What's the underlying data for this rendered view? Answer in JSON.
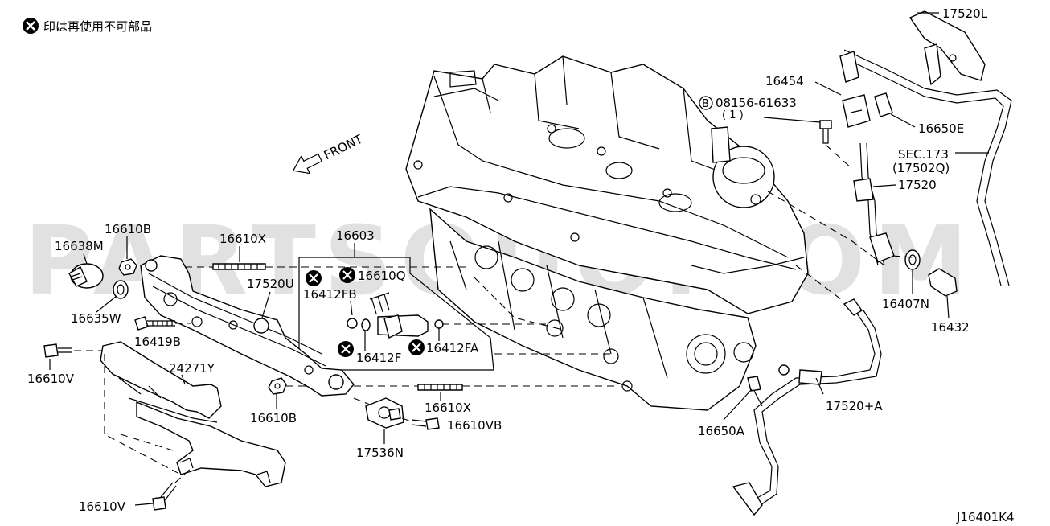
{
  "note": {
    "text": "印は再使用不可部品",
    "icon": "x-circle-icon"
  },
  "watermark": "PARTSOUQ.COM",
  "diagram_code": "J16401K4",
  "front_label": "FRONT",
  "parts": {
    "p17520L": "17520L",
    "p16454": "16454",
    "p08156": "08156-61633",
    "p08156_qty": "( 1 )",
    "p16650E": "16650E",
    "sec173": "SEC.173",
    "sec173_ref": "(17502Q)",
    "p17520": "17520",
    "p16407N": "16407N",
    "p16432": "16432",
    "p17520A": "17520+A",
    "p16650A": "16650A",
    "p16603": "16603",
    "p16610Q": "16610Q",
    "p16412FB": "16412FB",
    "p16412F": "16412F",
    "p16412FA": "16412FA",
    "p16610X_top": "16610X",
    "p16610X_bot": "16610X",
    "p16610B_top": "16610B",
    "p16610B_bot": "16610B",
    "p16638M": "16638M",
    "p16635W": "16635W",
    "p16419B": "16419B",
    "p17520U": "17520U",
    "p24271Y": "24271Y",
    "p16610V_top": "16610V",
    "p16610V_bot": "16610V",
    "p17536N": "17536N",
    "p16610VB": "16610VB"
  },
  "markers": {
    "bolt_circle_letter": "B",
    "non_reusable_mark": "x-circle-icon"
  }
}
